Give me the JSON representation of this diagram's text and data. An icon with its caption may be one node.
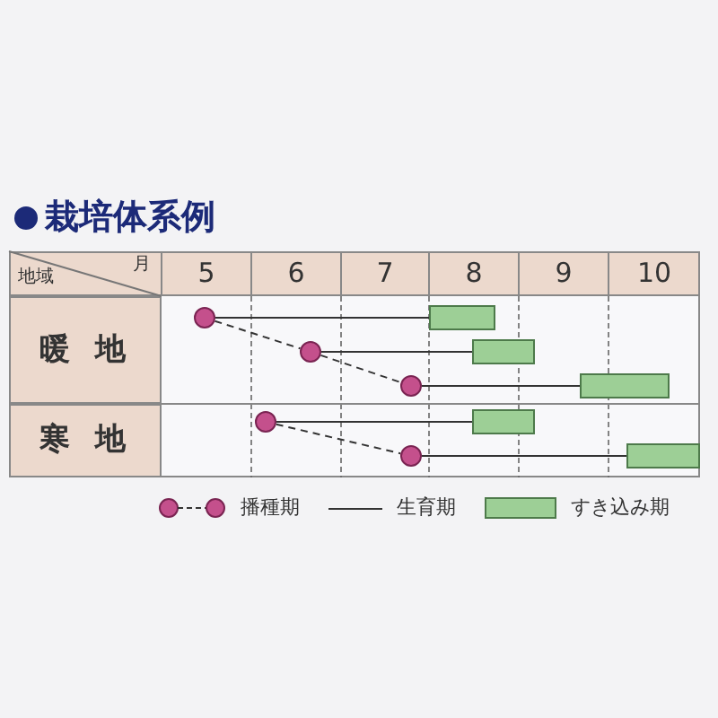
{
  "diagram": {
    "title": "栽培体系例",
    "nodes": [
      {
        "text": [],
        "shape": "circle"
      },
      {
        "text": [],
        "shape": "circle"
      },
      {
        "text": [],
        "shape": "circle"
      },
      {
        "text": [],
        "shape": "circle"
      },
      {
        "text": [],
        "shape": "circle"
      },
      {
        "text": [],
        "shape": "bar"
      },
      {
        "text": [],
        "shape": "bar"
      },
      {
        "text": [],
        "shape": "bar"
      },
      {
        "text": [],
        "shape": "bar"
      },
      {
        "text": [],
        "shape": "bar"
      }
    ],
    "edges": [
      {
        "from": 0,
        "to": 5,
        "arrow": "none"
      },
      {
        "from": 1,
        "to": 6,
        "arrow": "none"
      },
      {
        "from": 2,
        "to": 7,
        "arrow": "none"
      },
      {
        "from": 3,
        "to": 8,
        "arrow": "none"
      },
      {
        "from": 4,
        "to": 9,
        "arrow": "none"
      },
      {
        "from": 0,
        "to": 1,
        "arrow": "none",
        "style": "dashed"
      },
      {
        "from": 1,
        "to": 2,
        "arrow": "none",
        "style": "dashed"
      },
      {
        "from": 3,
        "to": 4,
        "arrow": "none",
        "style": "dashed"
      }
    ],
    "labels": [
      "地域",
      "月",
      "5",
      "6",
      "7",
      "8",
      "9",
      "10",
      "暖地",
      "寒地"
    ],
    "legend": [
      {
        "text": "播種期"
      },
      {
        "text": "生育期"
      },
      {
        "text": "すき込み期",
        "color": "#9dcf96"
      }
    ]
  }
}
